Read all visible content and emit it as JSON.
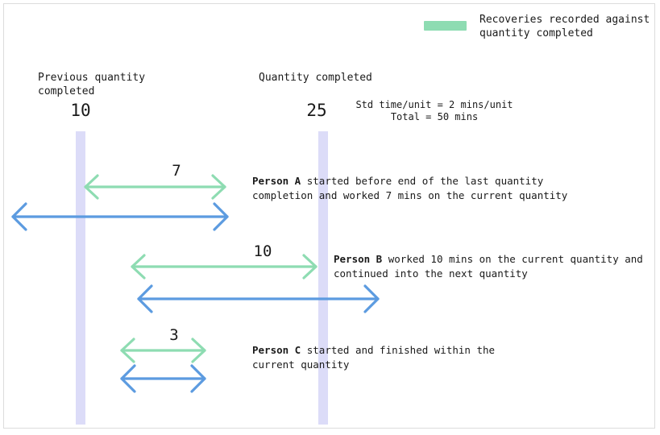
{
  "legend": {
    "swatch_color": "#8edcb2",
    "label": "Recoveries recorded against\nquantity completed"
  },
  "colors": {
    "green": "#8edcb2",
    "blue": "#5c9be0",
    "bar": "#dcdcf8",
    "text": "#1a1a1a",
    "border": "#dcdcdc"
  },
  "columns": {
    "previous": {
      "heading": "Previous quantity\ncompleted",
      "value": "10"
    },
    "current": {
      "heading": "Quantity completed",
      "value": "25",
      "note": "Std time/unit = 2 mins/unit\nTotal = 50 mins"
    }
  },
  "rows": [
    {
      "id": "person-a",
      "name": "Person A",
      "value": "7",
      "description": " started before end of the last quantity completion and worked 7 mins on the current quantity"
    },
    {
      "id": "person-b",
      "name": "Person B",
      "value": "10",
      "description": " worked 10 mins on the current quantity and continued into the next quantity"
    },
    {
      "id": "person-c",
      "name": "Person C",
      "value": "3",
      "description": " started and finished within the current quantity"
    }
  ]
}
